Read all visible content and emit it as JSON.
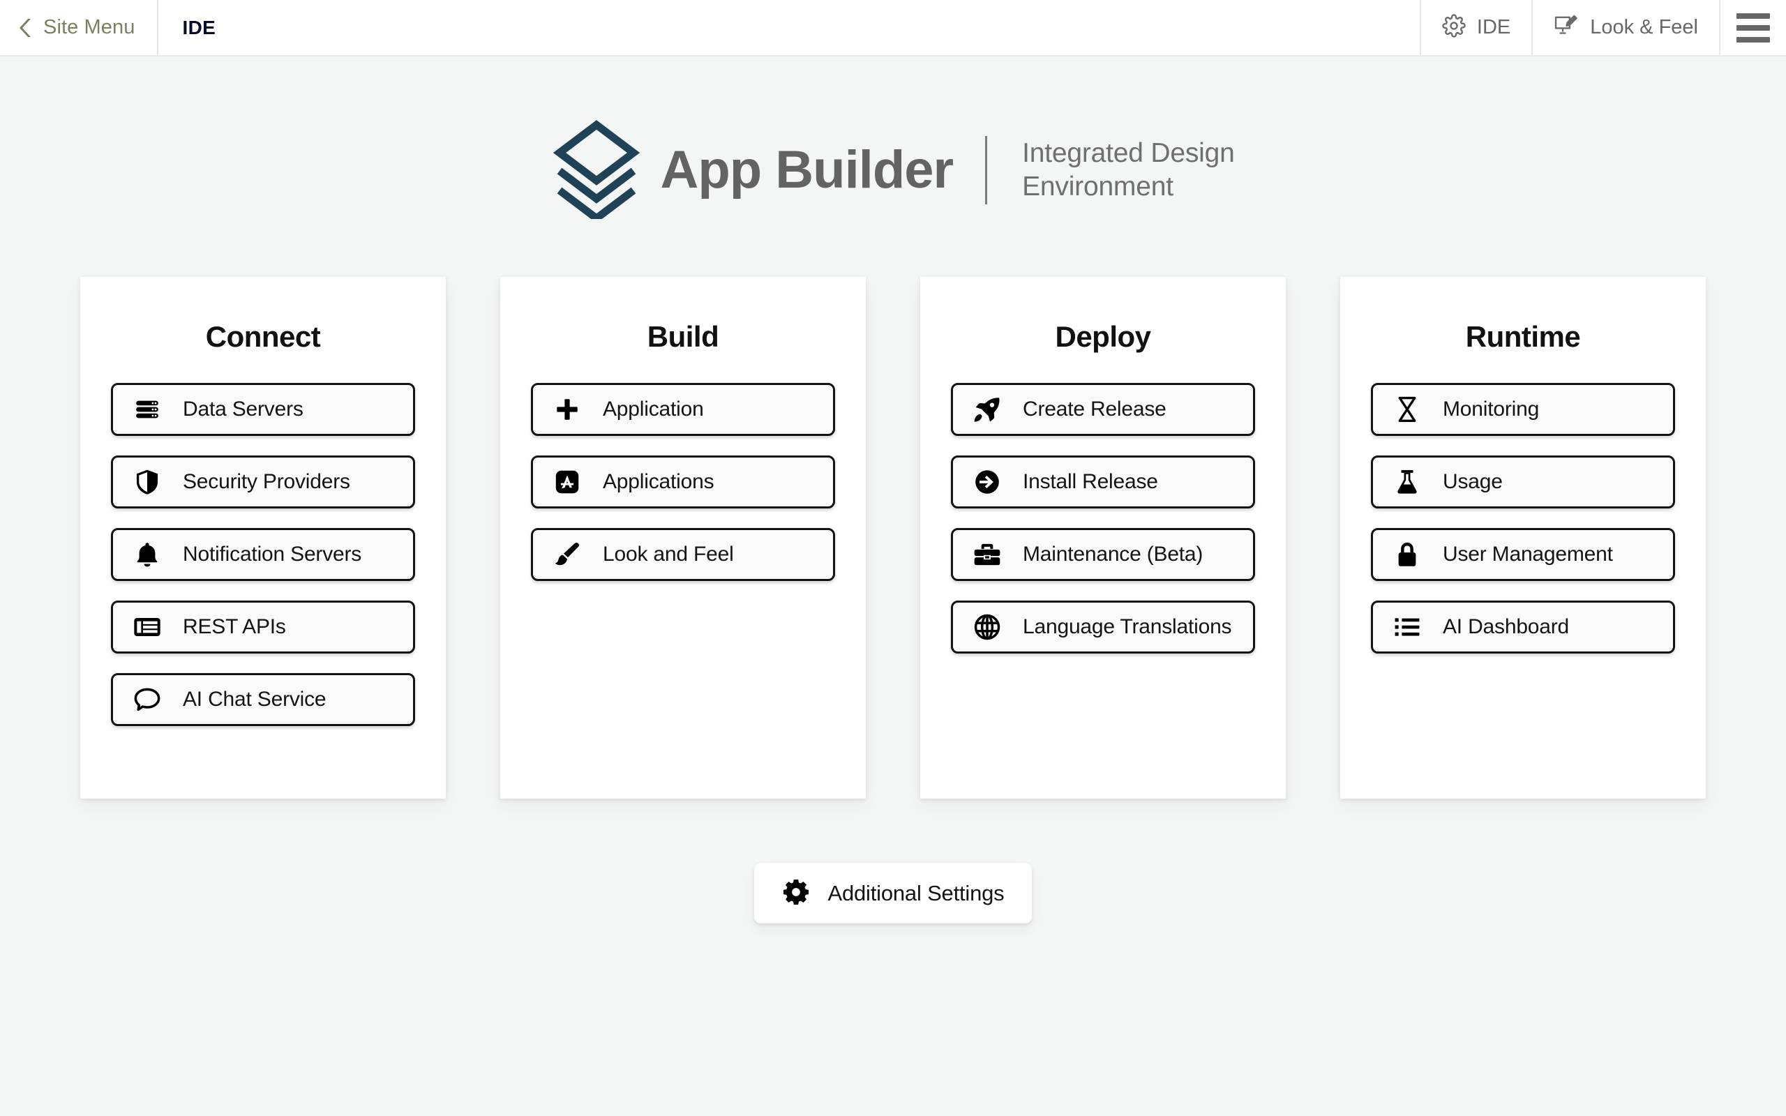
{
  "topbar": {
    "back_icon": "chevron-left-icon",
    "site_menu_label": "Site Menu",
    "title": "IDE",
    "actions": [
      {
        "icon": "gear-icon",
        "label": "IDE"
      },
      {
        "icon": "monitor-pen-icon",
        "label": "Look & Feel"
      }
    ],
    "menu_icon": "hamburger-menu-icon"
  },
  "brand": {
    "logo_icon": "stacked-layers-logo",
    "name": "App Builder",
    "tagline_line1": "Integrated Design",
    "tagline_line2": "Environment",
    "logo_color": "#1f4257",
    "name_color": "#636363"
  },
  "cards": [
    {
      "title": "Connect",
      "items": [
        {
          "icon": "server-icon",
          "label": "Data Servers"
        },
        {
          "icon": "shield-icon",
          "label": "Security Providers"
        },
        {
          "icon": "bell-icon",
          "label": "Notification Servers"
        },
        {
          "icon": "table-list-icon",
          "label": "REST APIs"
        },
        {
          "icon": "chat-bubble-icon",
          "label": "AI Chat Service"
        }
      ]
    },
    {
      "title": "Build",
      "items": [
        {
          "icon": "plus-icon",
          "label": "Application"
        },
        {
          "icon": "app-store-icon",
          "label": "Applications"
        },
        {
          "icon": "paintbrush-icon",
          "label": "Look and Feel"
        }
      ]
    },
    {
      "title": "Deploy",
      "items": [
        {
          "icon": "rocket-icon",
          "label": "Create Release"
        },
        {
          "icon": "arrow-right-circle-icon",
          "label": "Install Release"
        },
        {
          "icon": "toolbox-icon",
          "label": "Maintenance (Beta)"
        },
        {
          "icon": "globe-icon",
          "label": "Language Translations"
        }
      ]
    },
    {
      "title": "Runtime",
      "items": [
        {
          "icon": "hourglass-icon",
          "label": "Monitoring"
        },
        {
          "icon": "flask-icon",
          "label": "Usage"
        },
        {
          "icon": "lock-icon",
          "label": "User Management"
        },
        {
          "icon": "list-ul-icon",
          "label": "AI Dashboard"
        }
      ]
    }
  ],
  "footer": {
    "settings_icon": "gear-icon",
    "settings_label": "Additional Settings"
  },
  "theme": {
    "page_background": "#f4f5f5",
    "card_background": "#ffffff",
    "tile_background": "#fafafa",
    "tile_border": "#131313",
    "site_menu_color": "#7b8160",
    "title_color": "#080c2c"
  }
}
